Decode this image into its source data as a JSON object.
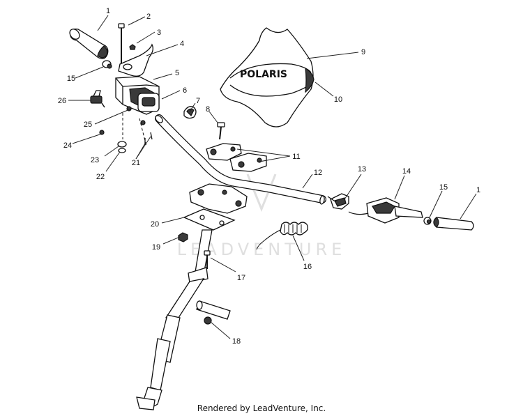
{
  "watermark": "LEADVENTURE",
  "brand_label": "POLARIS",
  "footer": "Rendered by LeadVenture, Inc.",
  "callouts": [
    "1",
    "2",
    "3",
    "4",
    "5",
    "6",
    "7",
    "8",
    "9",
    "10",
    "11",
    "12",
    "13",
    "14",
    "15",
    "1",
    "15",
    "16",
    "17",
    "18",
    "19",
    "20",
    "21",
    "22",
    "23",
    "24",
    "25",
    "26"
  ]
}
